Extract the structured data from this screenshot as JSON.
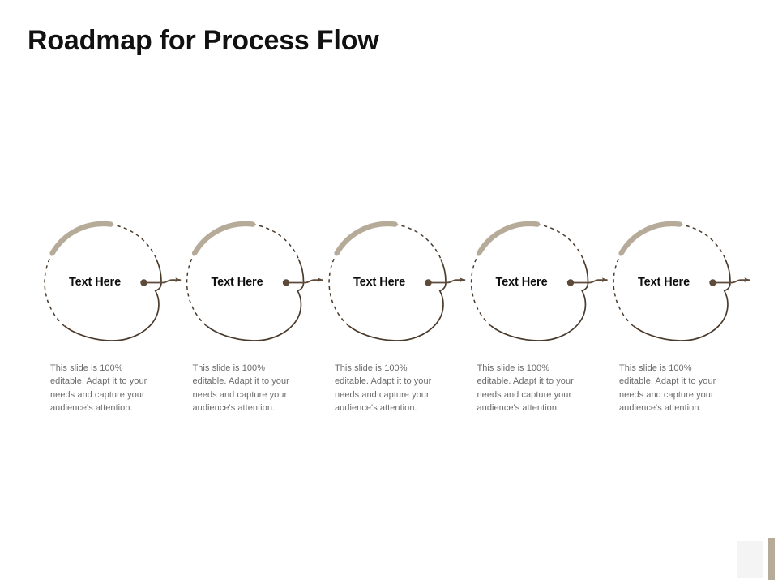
{
  "slide": {
    "title": "Roadmap for Process Flow",
    "background_color": "#ffffff"
  },
  "theme": {
    "title_color": "#111111",
    "accent_tan": "#b6ab99",
    "accent_brown": "#5d4a38",
    "body_text_color": "#6b6b6b",
    "label_color": "#0d0d0d",
    "corner_square_color": "#f4f4f4"
  },
  "diagram": {
    "type": "roadmap-process-flow",
    "orientation": "horizontal",
    "step_count": 5,
    "steps": [
      {
        "index": 1,
        "label": "Text Here",
        "body": "This slide is 100% editable. Adapt it to your needs and capture your audience's attention.",
        "has_outgoing_arrow": true
      },
      {
        "index": 2,
        "label": "Text Here",
        "body": "This slide is 100% editable. Adapt it to your needs and capture your audience's attention.",
        "has_outgoing_arrow": true
      },
      {
        "index": 3,
        "label": "Text Here",
        "body": "This slide is 100% editable. Adapt it to your needs and capture your audience's attention.",
        "has_outgoing_arrow": true
      },
      {
        "index": 4,
        "label": "Text Here",
        "body": "This slide is 100% editable. Adapt it to your needs and capture your audience's attention.",
        "has_outgoing_arrow": true
      },
      {
        "index": 5,
        "label": "Text Here",
        "body": "This slide is 100% editable. Adapt it to your needs and capture your audience's attention.",
        "has_outgoing_arrow": true
      }
    ]
  }
}
